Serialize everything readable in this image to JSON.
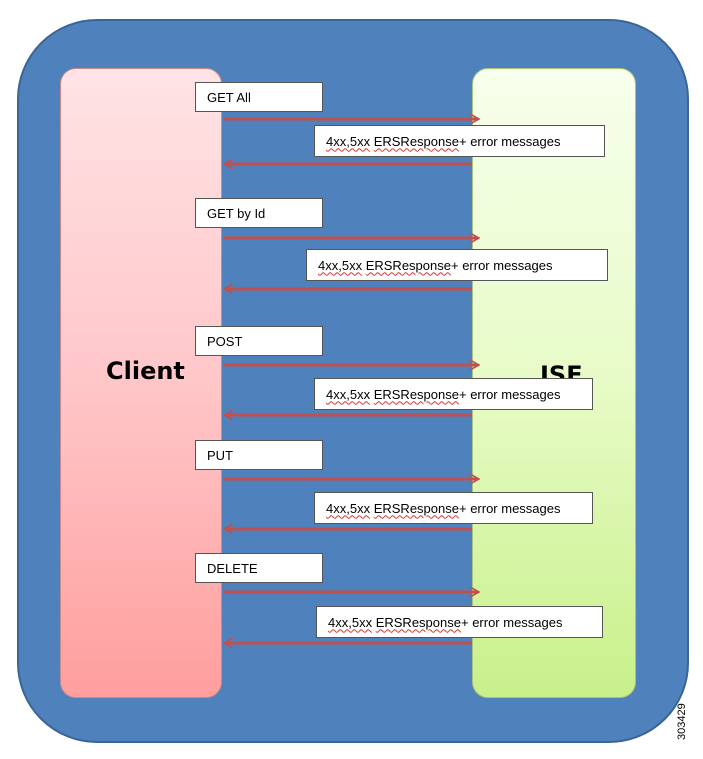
{
  "entities": {
    "client": "Client",
    "server": "ISE"
  },
  "requests": [
    {
      "method": "GET All"
    },
    {
      "method": "GET by Id"
    },
    {
      "method": "POST"
    },
    {
      "method": "PUT"
    },
    {
      "method": "DELETE"
    }
  ],
  "response": {
    "codes": "4xx,5xx",
    "object": "ERSResponse",
    "suffix": " + error messages"
  },
  "figure_id": "303429",
  "colors": {
    "frame": "#4f81bd",
    "client_box": "#ffc6c8",
    "server_box": "#e7fbc6",
    "arrow": "#c0504d"
  }
}
